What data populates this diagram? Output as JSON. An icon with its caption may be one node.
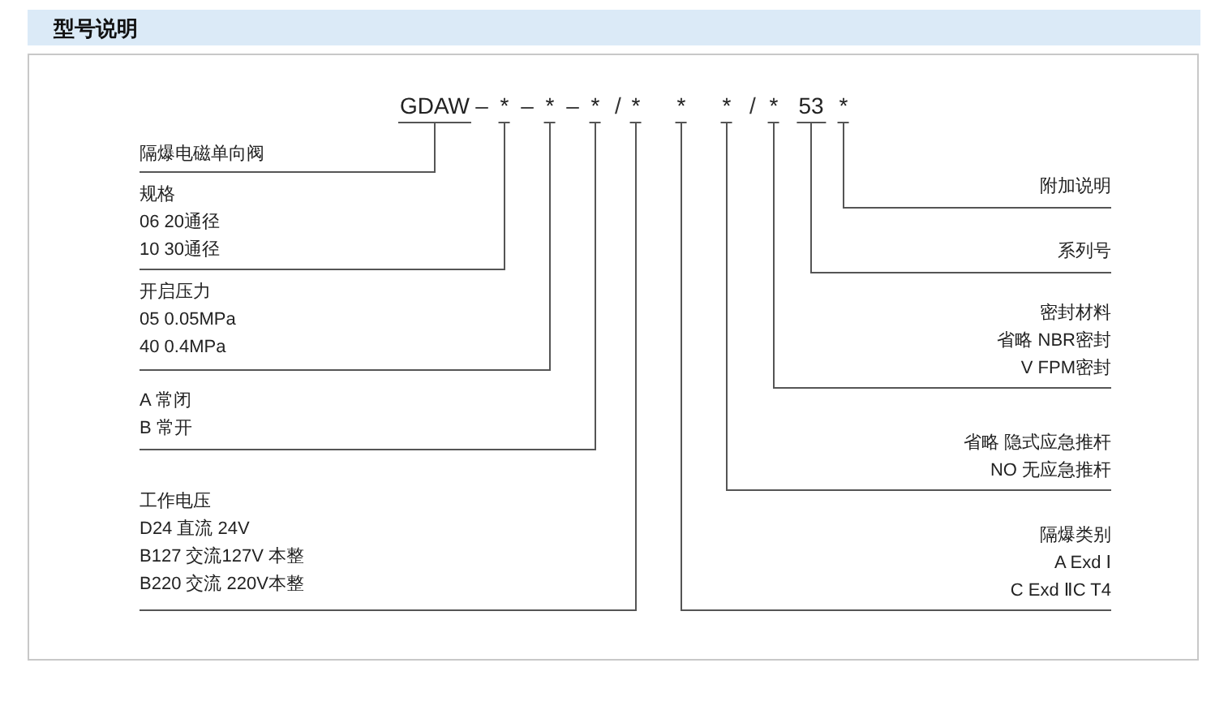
{
  "diagram": {
    "title": "型号说明",
    "nodes": [
      {
        "text": [
          "GDAW"
        ]
      },
      {
        "text": [
          "*"
        ]
      },
      {
        "text": [
          "*"
        ]
      },
      {
        "text": [
          "*"
        ]
      },
      {
        "text": [
          "*"
        ]
      },
      {
        "text": [
          "*"
        ]
      },
      {
        "text": [
          "*"
        ]
      },
      {
        "text": [
          "*"
        ]
      },
      {
        "text": [
          "53"
        ]
      },
      {
        "text": [
          "*"
        ]
      },
      {
        "text": [
          "隔爆电磁单向阀"
        ]
      },
      {
        "text": [
          "规格",
          "06 20通径",
          "10 30通径"
        ]
      },
      {
        "text": [
          "开启压力",
          "05 0.05MPa",
          "40 0.4MPa"
        ]
      },
      {
        "text": [
          "A 常闭",
          "B 常开"
        ]
      },
      {
        "text": [
          "工作电压",
          "D24 直流 24V",
          "B127 交流127V 本整",
          "B220 交流 220V本整"
        ]
      },
      {
        "text": [
          "附加说明"
        ]
      },
      {
        "text": [
          "系列号"
        ]
      },
      {
        "text": [
          "密封材料",
          "省略 NBR密封",
          "V FPM密封"
        ]
      },
      {
        "text": [
          "省略 隐式应急推杆",
          "NO 无应急推杆"
        ]
      },
      {
        "text": [
          "隔爆类别",
          "A Exd Ⅰ",
          "C Exd ⅡC T4"
        ]
      }
    ],
    "edges": [
      {
        "from": 0,
        "to": 10,
        "arrow": "none"
      },
      {
        "from": 1,
        "to": 11,
        "arrow": "none"
      },
      {
        "from": 2,
        "to": 12,
        "arrow": "none"
      },
      {
        "from": 3,
        "to": 13,
        "arrow": "none"
      },
      {
        "from": 4,
        "to": 14,
        "arrow": "none"
      },
      {
        "from": 5,
        "to": 19,
        "arrow": "none"
      },
      {
        "from": 6,
        "to": 18,
        "arrow": "none"
      },
      {
        "from": 7,
        "to": 17,
        "arrow": "none"
      },
      {
        "from": 8,
        "to": 16,
        "arrow": "none"
      },
      {
        "from": 9,
        "to": 15,
        "arrow": "none"
      }
    ],
    "labels": [
      "–",
      "–",
      "–",
      "/",
      "/"
    ]
  }
}
